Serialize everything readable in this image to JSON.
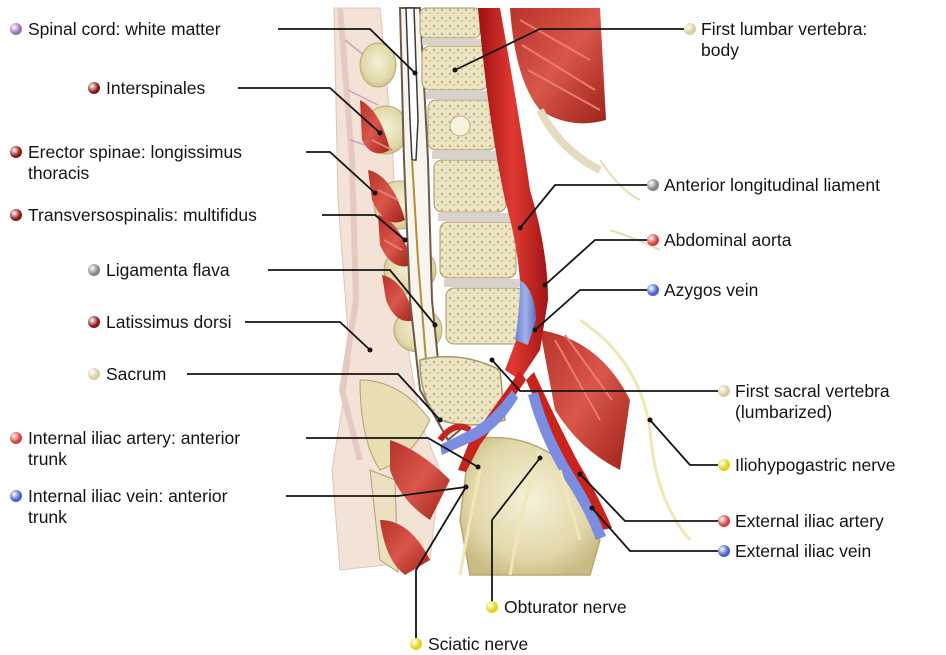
{
  "labels": {
    "spinal_cord": {
      "text": "Spinal cord: white matter",
      "color": "#9b6fb3"
    },
    "interspinales": {
      "text": "Interspinales",
      "color": "#8e1414"
    },
    "erector_spinae": {
      "text": "Erector spinae: longissimus",
      "text2": "thoracis",
      "color": "#8e1414"
    },
    "transversospinalis": {
      "text": "Transversospinalis: multifidus",
      "color": "#8e1414"
    },
    "ligamenta_flava": {
      "text": "Ligamenta flava",
      "color": "#858585"
    },
    "latissimus": {
      "text": "Latissimus dorsi",
      "color": "#8e1414"
    },
    "sacrum": {
      "text": "Sacrum",
      "color": "#d8cda0"
    },
    "int_iliac_artery": {
      "text": "Internal iliac artery: anterior",
      "text2": "trunk",
      "color": "#d84040"
    },
    "int_iliac_vein": {
      "text": "Internal iliac vein: anterior",
      "text2": "trunk",
      "color": "#4a63c9"
    },
    "first_lumbar": {
      "text": "First lumbar vertebra:",
      "text2": "body",
      "color": "#d8cda0"
    },
    "ant_long_lig": {
      "text": "Anterior longitudinal liament",
      "color": "#858585"
    },
    "abd_aorta": {
      "text": "Abdominal aorta",
      "color": "#d84040"
    },
    "azygos": {
      "text": "Azygos vein",
      "color": "#4a63c9"
    },
    "first_sacral": {
      "text": "First sacral vertebra",
      "text2": "(lumbarized)",
      "color": "#d8cda0"
    },
    "iliohypogastric": {
      "text": "Iliohypogastric nerve",
      "color": "#e2d416"
    },
    "ext_iliac_artery": {
      "text": "External iliac artery",
      "color": "#d84040"
    },
    "ext_iliac_vein": {
      "text": "External iliac vein",
      "color": "#4a63c9"
    },
    "obturator": {
      "text": "Obturator nerve",
      "color": "#e2d416"
    },
    "sciatic": {
      "text": "Sciatic nerve",
      "color": "#e2d416"
    }
  }
}
